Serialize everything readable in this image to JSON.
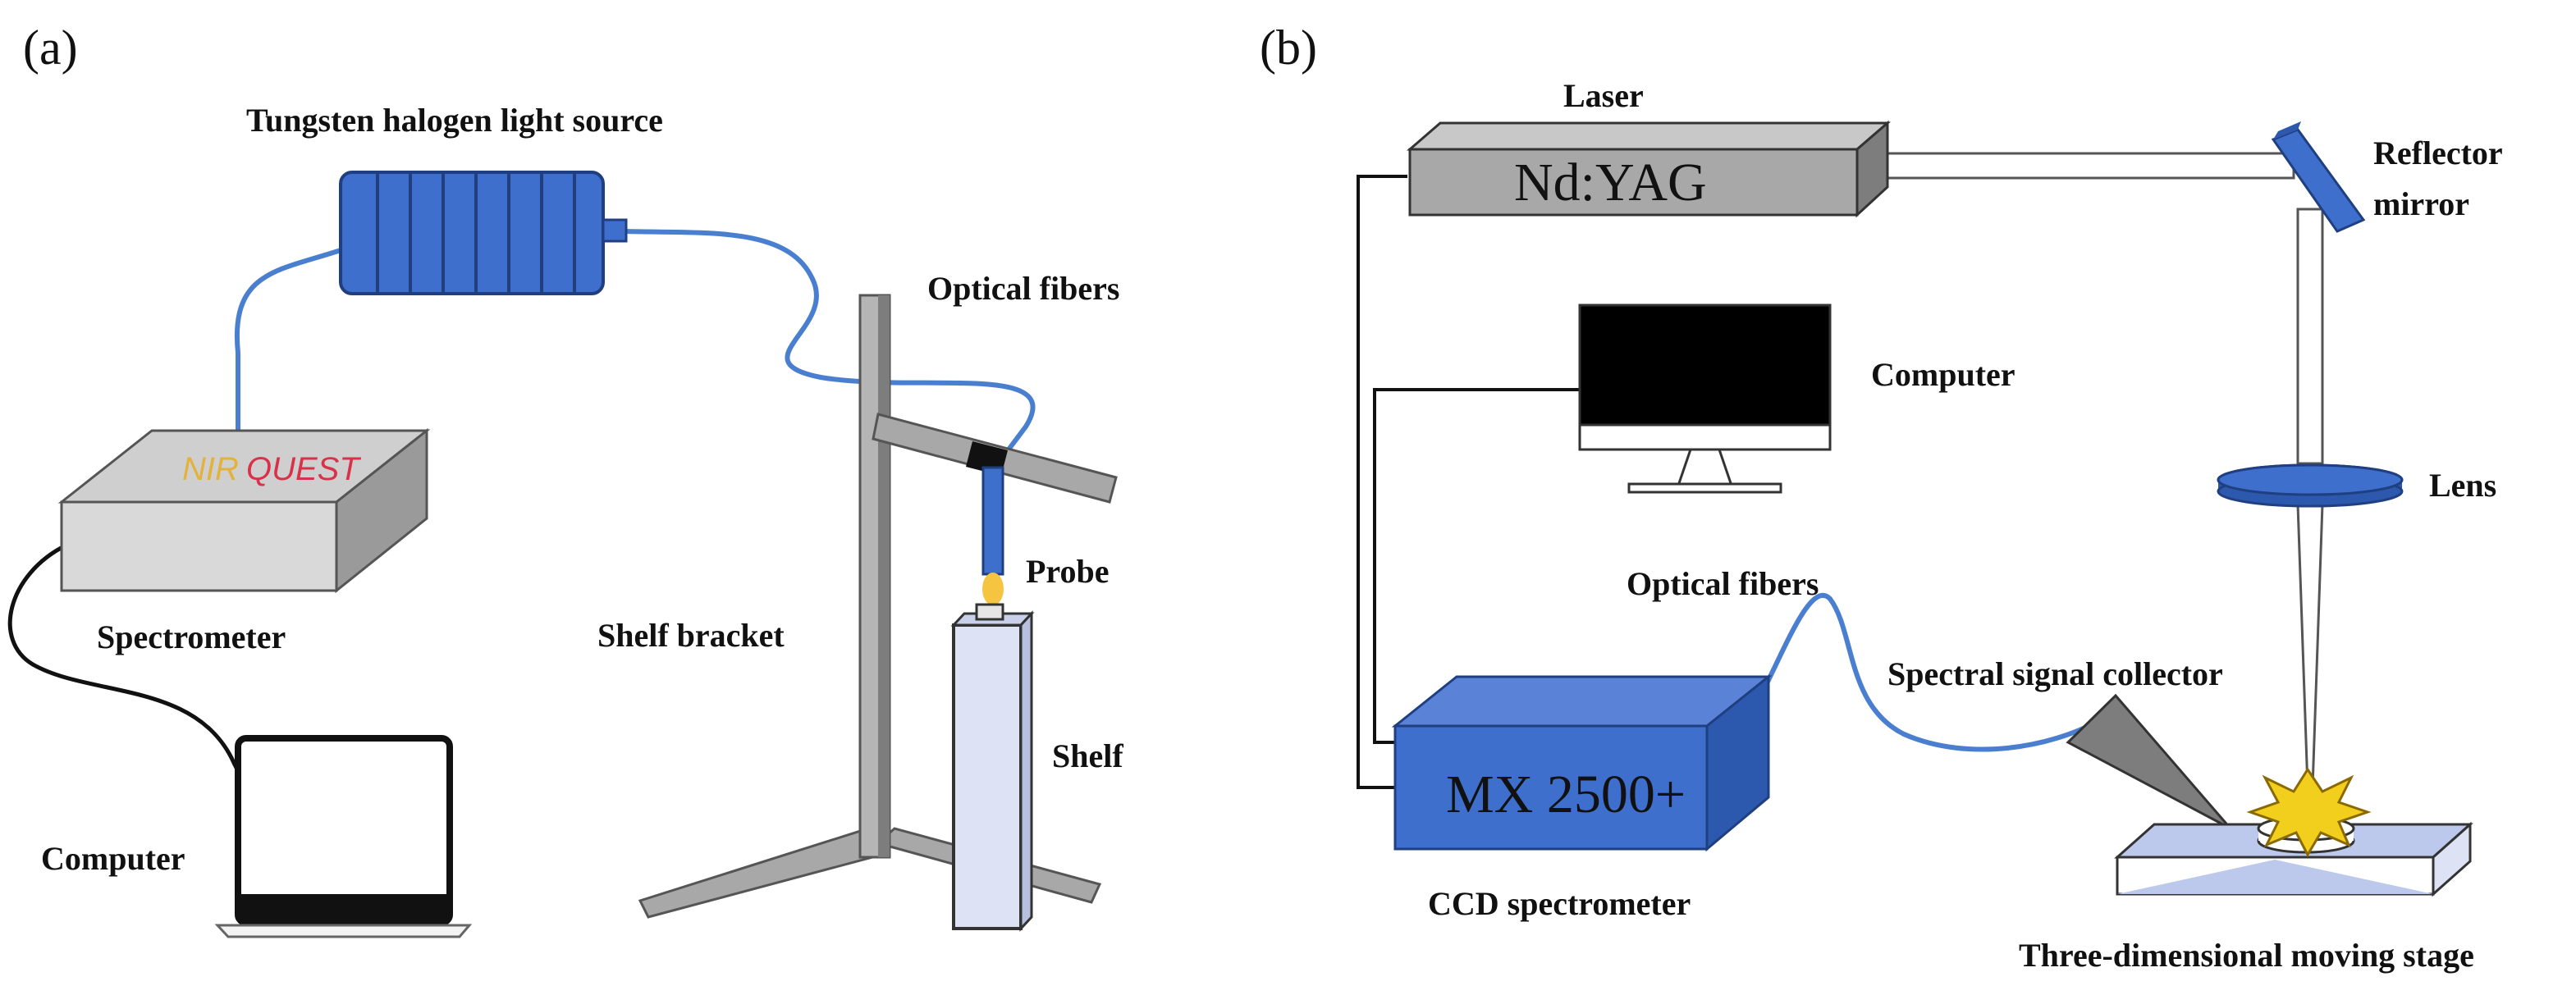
{
  "colors": {
    "fiber": "#4a7fd0",
    "device_blue": "#3f6fcc",
    "device_blue_dark": "#2c58ad",
    "metal_gray": "#a8a8a8",
    "metal_gray_dark": "#7d7d7d",
    "shelf_box": "#dde3f4",
    "nir_yellow": "#e3b23c",
    "nir_red": "#d8324a",
    "spark": "#f2cf1d",
    "stage_top": "#bcc8ec",
    "black": "#000000"
  },
  "panel_a": {
    "label": "(a)",
    "light_source_label": "Tungsten halogen light source",
    "optical_fibers_label": "Optical fibers",
    "spectrometer_brand_1": "NIR",
    "spectrometer_brand_2": "QUEST",
    "spectrometer_label": "Spectrometer",
    "probe_label": "Probe",
    "shelf_bracket_label": "Shelf bracket",
    "shelf_label": "Shelf",
    "computer_label": "Computer"
  },
  "panel_b": {
    "label": "(b)",
    "laser_label": "Laser",
    "laser_model": "Nd:YAG",
    "reflector_label_1": "Reflector",
    "reflector_label_2": "mirror",
    "computer_label": "Computer",
    "lens_label": "Lens",
    "optical_fibers_label": "Optical fibers",
    "collector_label": "Spectral signal collector",
    "ccd_model": "MX 2500+",
    "ccd_label": "CCD spectrometer",
    "stage_label": "Three-dimensional moving stage"
  }
}
